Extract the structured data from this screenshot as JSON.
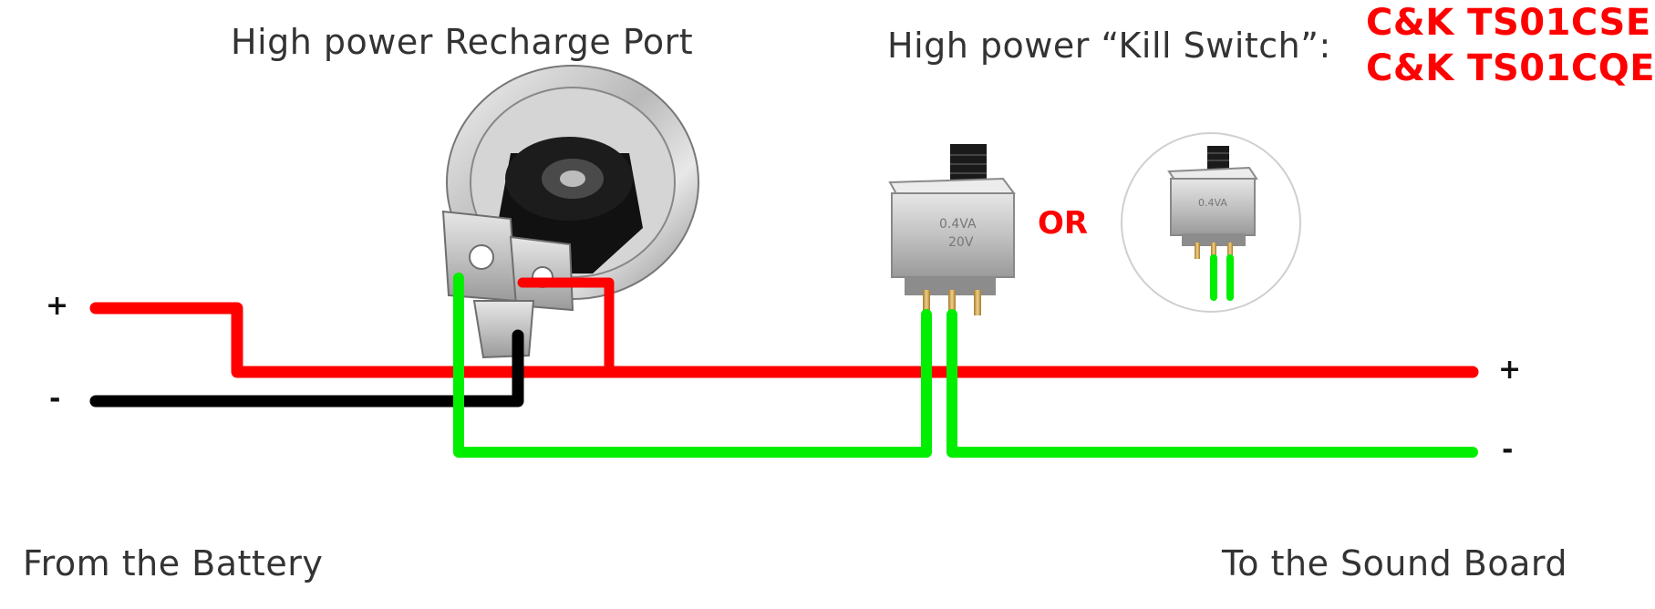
{
  "labels": {
    "recharge_port": "High power Recharge Port",
    "kill_switch": "High power “Kill Switch”:",
    "part_1": "C&K TS01CSE",
    "part_2": "C&K TS01CQE",
    "or": "OR",
    "battery_plus": "+",
    "battery_minus": "-",
    "board_plus": "+",
    "board_minus": "-",
    "from_battery": "From the Battery",
    "to_board": "To the Sound Board"
  },
  "colors": {
    "positive_wire": "#ff0000",
    "negative_wire": "#000000",
    "switched_negative_wire": "#00ee00",
    "part_number_text": "#ff0000",
    "label_text": "#333333"
  },
  "icons": {
    "recharge_port": "dc-barrel-jack-icon",
    "kill_switch": "slide-switch-icon",
    "kill_switch_alt": "slide-switch-alt-icon"
  }
}
